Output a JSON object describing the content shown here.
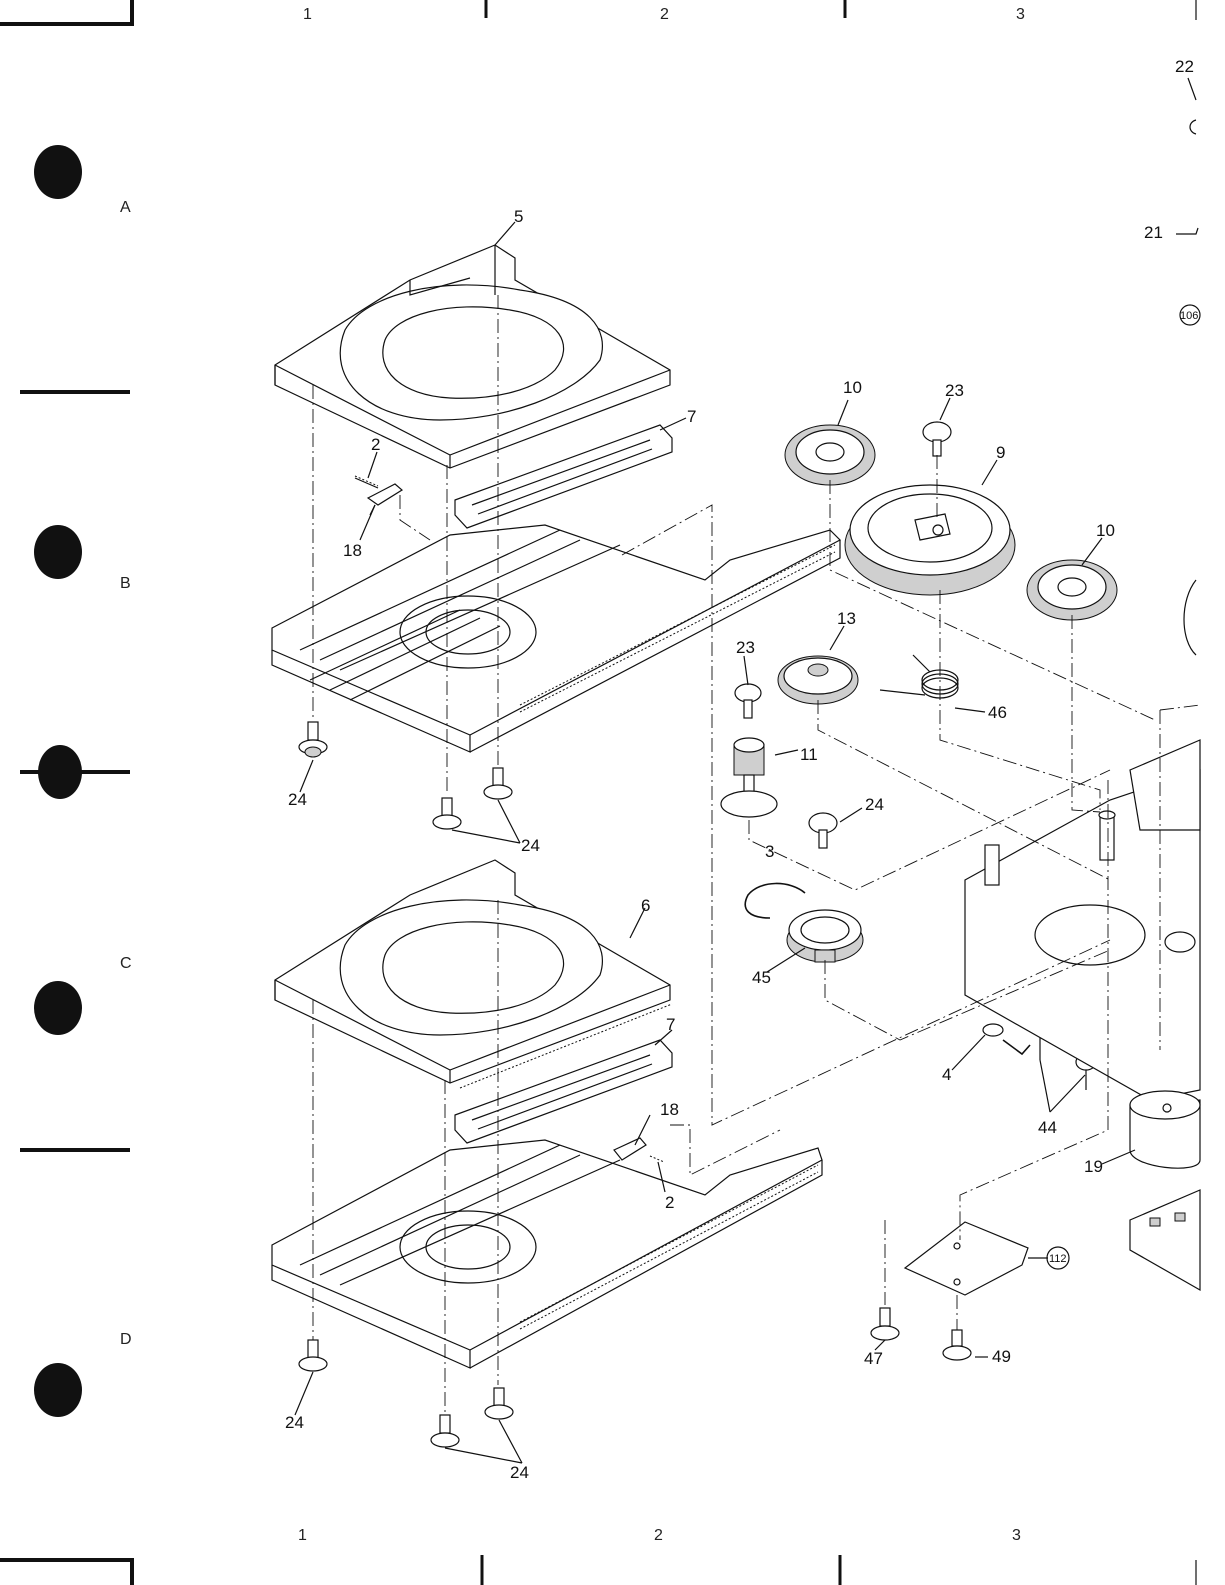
{
  "sheet": {
    "column_numbers": [
      "1",
      "2",
      "3"
    ],
    "row_letters": [
      "A",
      "B",
      "C",
      "D"
    ]
  },
  "callouts": {
    "c5": "5",
    "c7a": "7",
    "c2a": "2",
    "c18a": "18",
    "c10a": "10",
    "c23a": "23",
    "c9": "9",
    "c10b": "10",
    "c22": "22",
    "c21": "21",
    "c106": "106",
    "c13": "13",
    "c23b": "23",
    "c46": "46",
    "c11": "11",
    "c24a": "24",
    "c24b": "24",
    "c24c": "24",
    "c3": "3",
    "c6": "6",
    "c7b": "7",
    "c45": "45",
    "c4": "4",
    "c44": "44",
    "c18b": "18",
    "c2b": "2",
    "c19": "19",
    "c112": "112",
    "c47": "47",
    "c49": "49",
    "c24d": "24",
    "c24e": "24"
  }
}
